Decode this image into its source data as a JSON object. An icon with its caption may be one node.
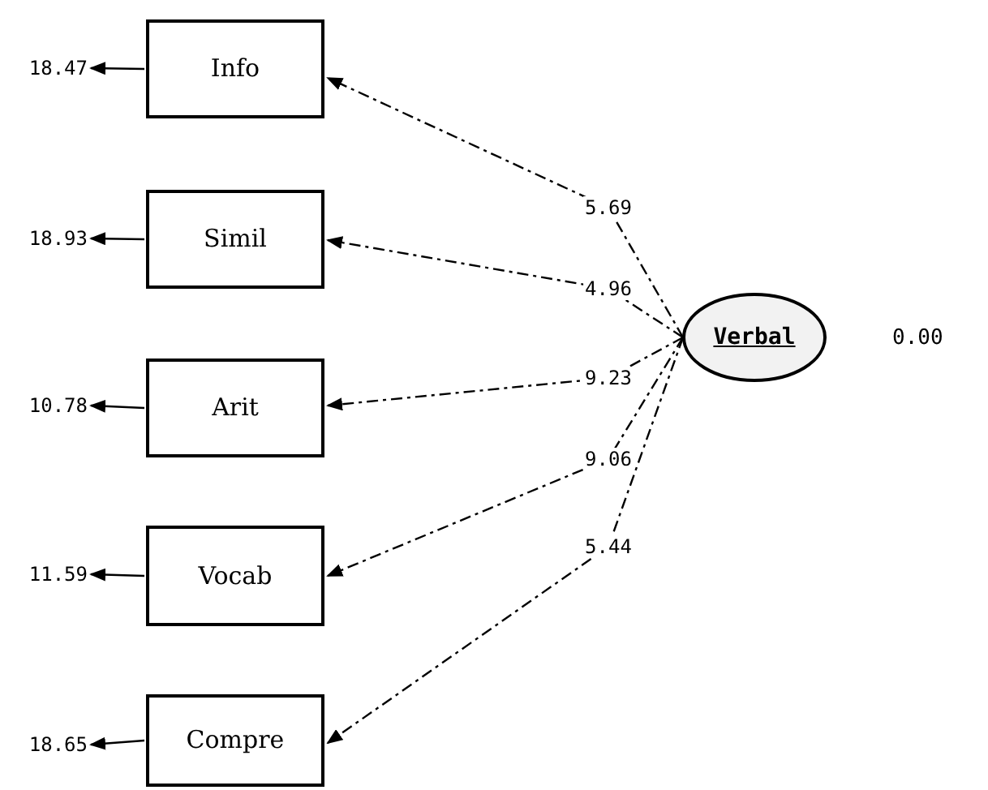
{
  "diagram": {
    "nodes": [
      {
        "text": [
          "Info"
        ]
      },
      {
        "text": [
          "Simil"
        ]
      },
      {
        "text": [
          "Arit"
        ]
      },
      {
        "text": [
          "Vocab"
        ]
      },
      {
        "text": [
          "Compre"
        ]
      },
      {
        "text": [
          "Verbal"
        ],
        "beside": [
          "0.00"
        ]
      },
      {
        "text": [
          "18.47"
        ]
      },
      {
        "text": [
          "18.93"
        ]
      },
      {
        "text": [
          "10.78"
        ]
      },
      {
        "text": [
          "11.59"
        ]
      },
      {
        "text": [
          "18.65"
        ]
      }
    ],
    "edges": [
      {
        "from": 5,
        "to": 0,
        "arrow": "to",
        "label": "5.69",
        "style": "dashed"
      },
      {
        "from": 5,
        "to": 1,
        "arrow": "to",
        "label": "4.96",
        "style": "dashed"
      },
      {
        "from": 5,
        "to": 2,
        "arrow": "to",
        "label": "9.23",
        "style": "dashed"
      },
      {
        "from": 5,
        "to": 3,
        "arrow": "to",
        "label": "9.06",
        "style": "dashed"
      },
      {
        "from": 5,
        "to": 4,
        "arrow": "to",
        "label": "5.44",
        "style": "dashed"
      },
      {
        "from": 0,
        "to": 6,
        "arrow": "to"
      },
      {
        "from": 1,
        "to": 7,
        "arrow": "to"
      },
      {
        "from": 2,
        "to": 8,
        "arrow": "to"
      },
      {
        "from": 3,
        "to": 9,
        "arrow": "to"
      },
      {
        "from": 4,
        "to": 10,
        "arrow": "to"
      }
    ]
  }
}
